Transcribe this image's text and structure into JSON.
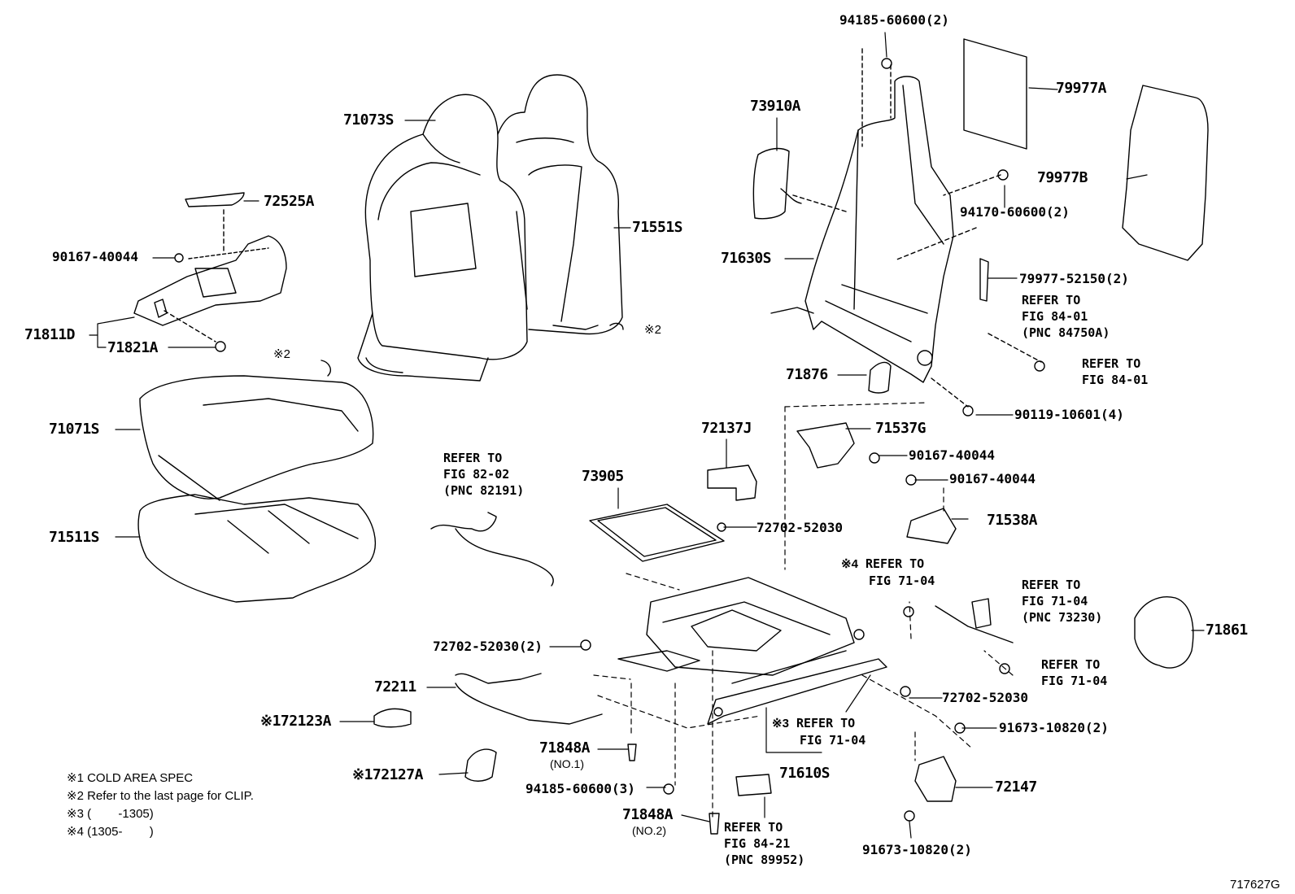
{
  "figure_id": "717627G",
  "parts": {
    "p94185_60600_top": "94185-60600(2)",
    "p79977A": "79977A",
    "p73910A": "73910A",
    "p71073S": "71073S",
    "p79977B": "79977B",
    "p72525A": "72525A",
    "p94170_60600": "94170-60600(2)",
    "p71551S": "71551S",
    "p90167_40044_left": "90167-40044",
    "p71630S": "71630S",
    "p79977_52150": "79977-52150(2)",
    "p71811D": "71811D",
    "p71821A": "71821A",
    "p71876": "71876",
    "p90119_10601": "90119-10601(4)",
    "p71071S": "71071S",
    "p72137J": "72137J",
    "p71537G": "71537G",
    "p90167_40044_a": "90167-40044",
    "p90167_40044_b": "90167-40044",
    "p73905": "73905",
    "p71538A": "71538A",
    "p71511S": "71511S",
    "p72702_52030_a": "72702-52030",
    "p71861": "71861",
    "p72702_52030_2": "72702-52030(2)",
    "p72211": "72211",
    "p72702_52030_b": "72702-52030",
    "p72123A": "72123A",
    "p91673_10820_a": "91673-10820(2)",
    "p71848A_1": "71848A",
    "p71610S": "71610S",
    "p72127A": "72127A",
    "p72147": "72147",
    "p94185_60600_3": "94185-60600(3)",
    "p71848A_2": "71848A",
    "p91673_10820_b": "91673-10820(2)"
  },
  "qualifiers": {
    "no1": "(NO.1)",
    "no2": "(NO.2)"
  },
  "marks": {
    "m1": "※1",
    "m2": "※2",
    "m3": "※3",
    "m4": "※4"
  },
  "refs": {
    "r84_01_pnc": [
      "REFER TO",
      "FIG 84-01",
      "(PNC 84750A)"
    ],
    "r84_01": [
      "REFER TO",
      "FIG 84-01"
    ],
    "r82_02": [
      "REFER TO",
      "FIG 82-02",
      "(PNC 82191)"
    ],
    "r71_04_m4": [
      "REFER TO",
      "FIG 71-04"
    ],
    "r71_04_pnc": [
      "REFER TO",
      "FIG 71-04",
      "(PNC 73230)"
    ],
    "r71_04_b": [
      "REFER TO",
      "FIG 71-04"
    ],
    "r71_04_m3": [
      "REFER TO",
      "FIG 71-04"
    ],
    "r84_21": [
      "REFER TO",
      "FIG 84-21",
      "(PNC 89952)"
    ]
  },
  "legend": [
    "※1 COLD AREA SPEC",
    "※2 Refer to the last page for CLIP.",
    "※3 (        -1305)",
    "※4 (1305-        )"
  ]
}
